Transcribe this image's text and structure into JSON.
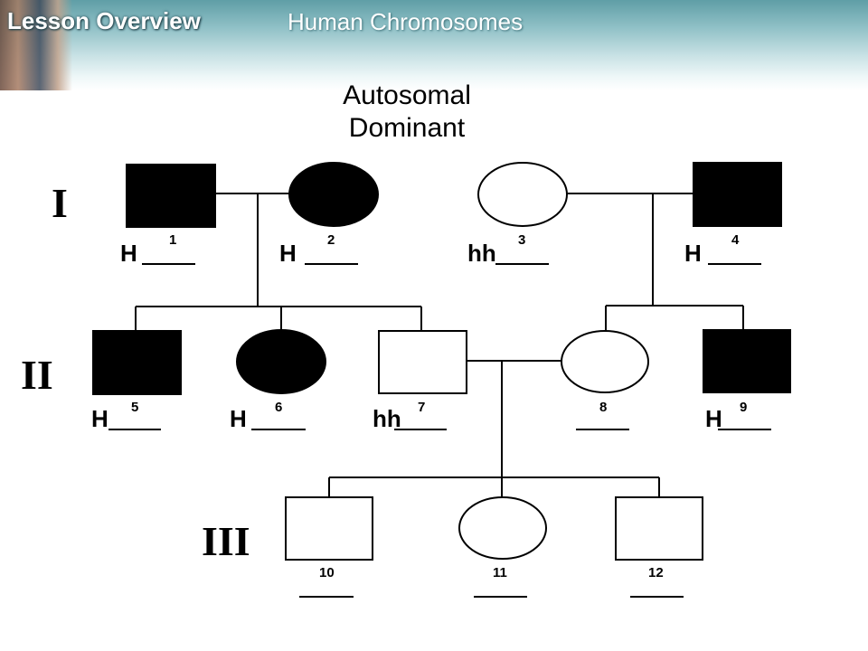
{
  "header": {
    "section_label": "Lesson Overview",
    "title": "Human Chromosomes"
  },
  "diagram": {
    "title_line1": "Autosomal",
    "title_line2": "Dominant",
    "generations": [
      "I",
      "II",
      "III"
    ],
    "individuals": [
      {
        "id": "1",
        "sex": "male",
        "affected": true,
        "genotype": "H"
      },
      {
        "id": "2",
        "sex": "female",
        "affected": true,
        "genotype": "H"
      },
      {
        "id": "3",
        "sex": "female",
        "affected": false,
        "genotype": "hh"
      },
      {
        "id": "4",
        "sex": "male",
        "affected": true,
        "genotype": "H"
      },
      {
        "id": "5",
        "sex": "male",
        "affected": true,
        "genotype": "H"
      },
      {
        "id": "6",
        "sex": "female",
        "affected": true,
        "genotype": "H"
      },
      {
        "id": "7",
        "sex": "male",
        "affected": false,
        "genotype": "hh"
      },
      {
        "id": "8",
        "sex": "female",
        "affected": false,
        "genotype": ""
      },
      {
        "id": "9",
        "sex": "male",
        "affected": true,
        "genotype": "H"
      },
      {
        "id": "10",
        "sex": "male",
        "affected": false,
        "genotype": ""
      },
      {
        "id": "11",
        "sex": "female",
        "affected": false,
        "genotype": ""
      },
      {
        "id": "12",
        "sex": "male",
        "affected": false,
        "genotype": ""
      }
    ]
  }
}
